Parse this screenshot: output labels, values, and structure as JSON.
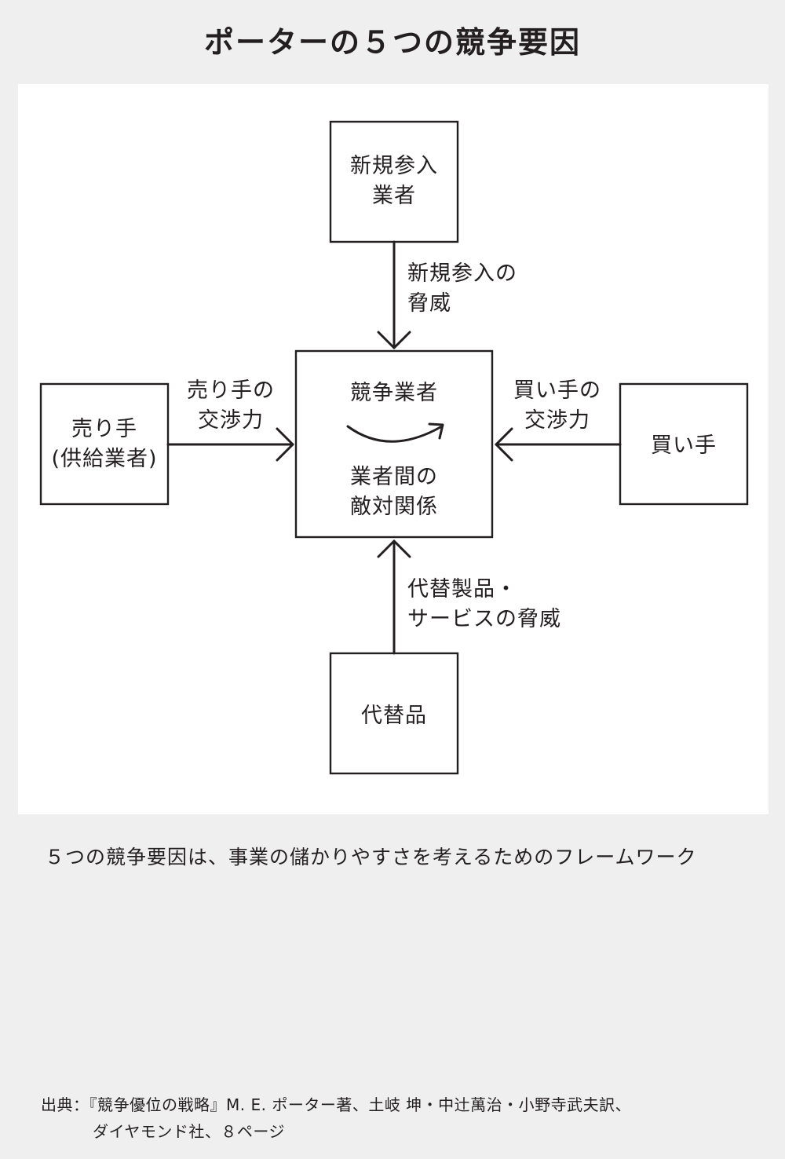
{
  "title": "ポーターの５つの競争要因",
  "diagram": {
    "boxes": {
      "new_entrants": "新規参入\n業者",
      "suppliers": "売り手\n(供給業者)",
      "rivalry_top": "競争業者",
      "rivalry_bottom": "業者間の\n敵対関係",
      "buyers": "買い手",
      "substitutes": "代替品"
    },
    "arrows": {
      "threat_new_entrants": "新規参入の\n脅威",
      "supplier_power": "売り手の\n交渉力",
      "buyer_power": "買い手の\n交渉力",
      "threat_substitutes": "代替製品・\nサービスの脅威"
    }
  },
  "caption": "５つの競争要因は、事業の儲かりやすさを考えるためのフレームワーク",
  "source": {
    "line1": "出典：『競争優位の戦略』M. E. ポーター著、土岐 坤・中辻萬治・小野寺武夫訳、",
    "line2": "ダイヤモンド社、８ページ"
  }
}
